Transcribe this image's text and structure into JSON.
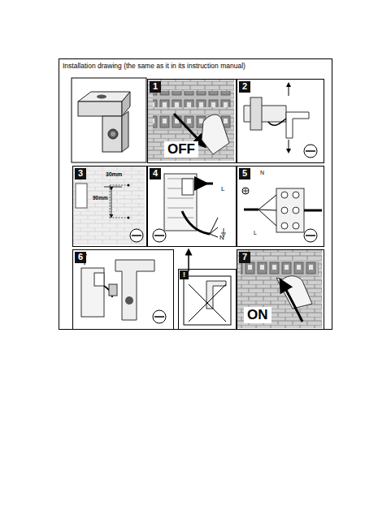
{
  "diagram": {
    "nodes": [
      {
        "text": [
          "Installation drawing (the same as it in its instruction manual)"
        ]
      },
      {
        "text": [
          "1",
          "OFF"
        ],
        "in": 0
      },
      {
        "text": [
          "2"
        ],
        "in": 0
      },
      {
        "text": [
          "3",
          "30mm",
          "90mm"
        ],
        "in": 0
      },
      {
        "text": [
          "4",
          "L",
          "N"
        ],
        "in": 0
      },
      {
        "text": [
          "5",
          "N",
          "L"
        ],
        "in": 0
      },
      {
        "text": [
          "6"
        ],
        "in": 0
      },
      {
        "text": [
          "!"
        ],
        "in": 0
      },
      {
        "text": [
          "7",
          "ON"
        ],
        "in": 0
      }
    ]
  }
}
